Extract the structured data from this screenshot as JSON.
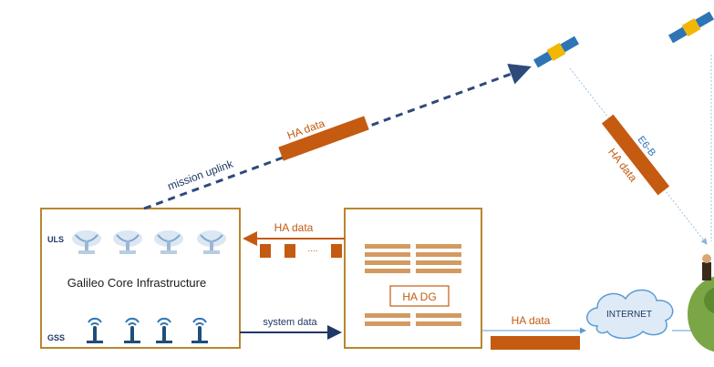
{
  "diagram": {
    "core_box": {
      "uls_label": "ULS",
      "gss_label": "GSS",
      "title": "Galileo Core Infrastructure"
    },
    "hadg_box": {
      "label": "HA DG"
    },
    "arrows": {
      "ha_data_return": "HA data",
      "ellipsis": "....",
      "system_data": "system data",
      "ha_data_out": "HA data",
      "mission_uplink": "mission uplink",
      "uplink_ha_data": "HA data",
      "downlink_e6b": "E6-B",
      "downlink_ha_data": "HA data"
    },
    "cloud": {
      "label": "INTERNET"
    },
    "colors": {
      "box_border": "#b8862e",
      "orange": "#c55a11",
      "navy": "#1f3864",
      "uplink_dash": "#2e4a7a",
      "cloud_fill": "#deebf7",
      "cloud_stroke": "#5b9bd5",
      "e6b_text": "#2e75b6",
      "downlink_line": "#9dc3e6"
    }
  }
}
